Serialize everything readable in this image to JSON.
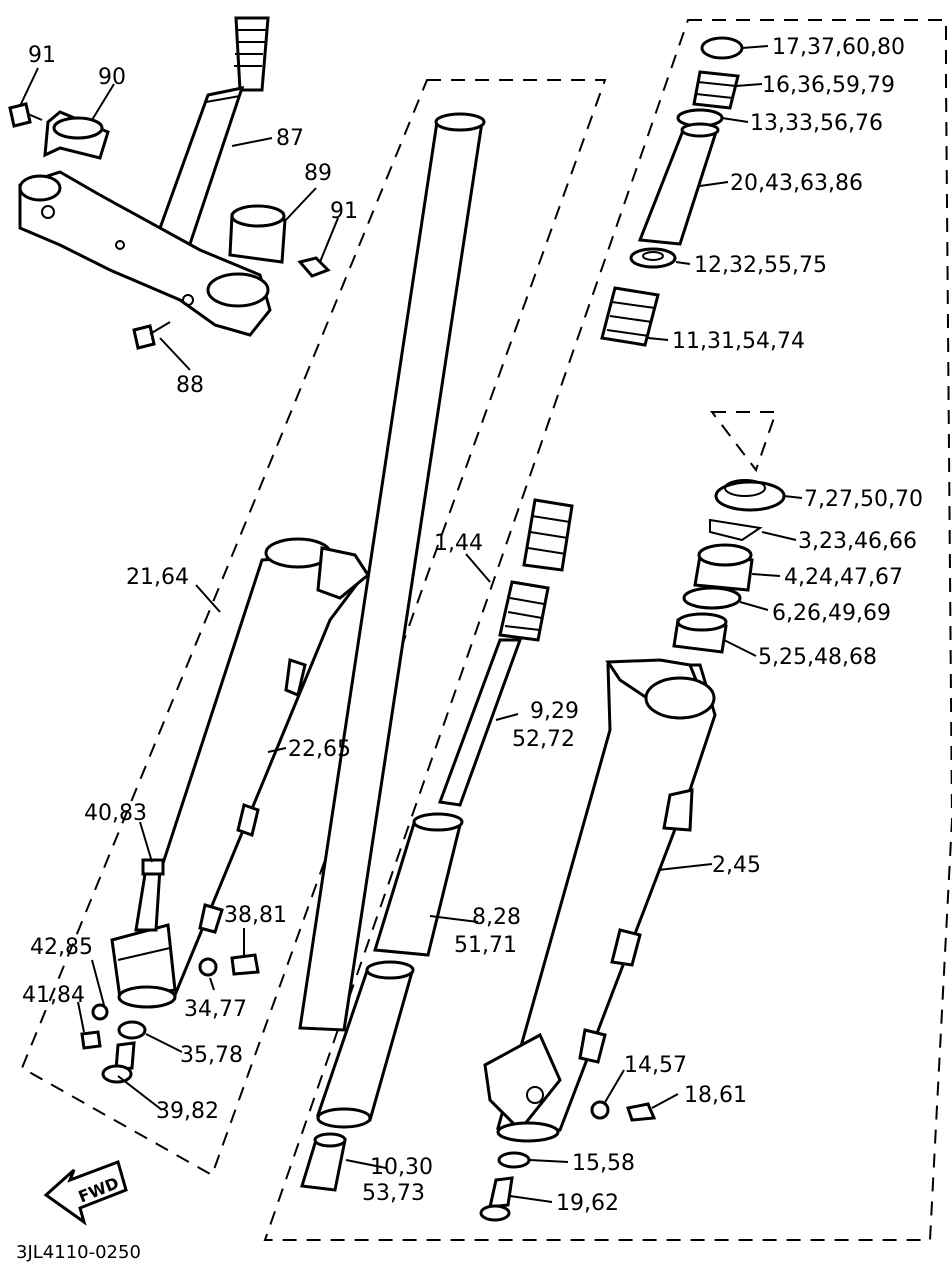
{
  "diagram_code": "3JL4110-0250",
  "fwd_label": "FWD",
  "callouts": {
    "c91a": "91",
    "c90": "90",
    "c87": "87",
    "c89": "89",
    "c91b": "91",
    "c88": "88",
    "c21_64": "21,64",
    "c22_65": "22,65",
    "c40_83": "40,83",
    "c38_81": "38,81",
    "c42_85": "42,85",
    "c34_77": "34,77",
    "c41_84": "41,84",
    "c35_78": "35,78",
    "c39_82": "39,82",
    "c1_44": "1,44",
    "c9_29": "9,29",
    "c52_72": "52,72",
    "c8_28": "8,28",
    "c51_71": "51,71",
    "c10_30": "10,30",
    "c53_73": "53,73",
    "c17": "17,37,60,80",
    "c16": "16,36,59,79",
    "c13": "13,33,56,76",
    "c20": "20,43,63,86",
    "c12": "12,32,55,75",
    "c11": "11,31,54,74",
    "c7": "7,27,50,70",
    "c3": "3,23,46,66",
    "c4": "4,24,47,67",
    "c6": "6,26,49,69",
    "c5": "5,25,48,68",
    "c2_45": "2,45",
    "c14_57": "14,57",
    "c18_61": "18,61",
    "c15_58": "15,58",
    "c19_62": "19,62"
  }
}
